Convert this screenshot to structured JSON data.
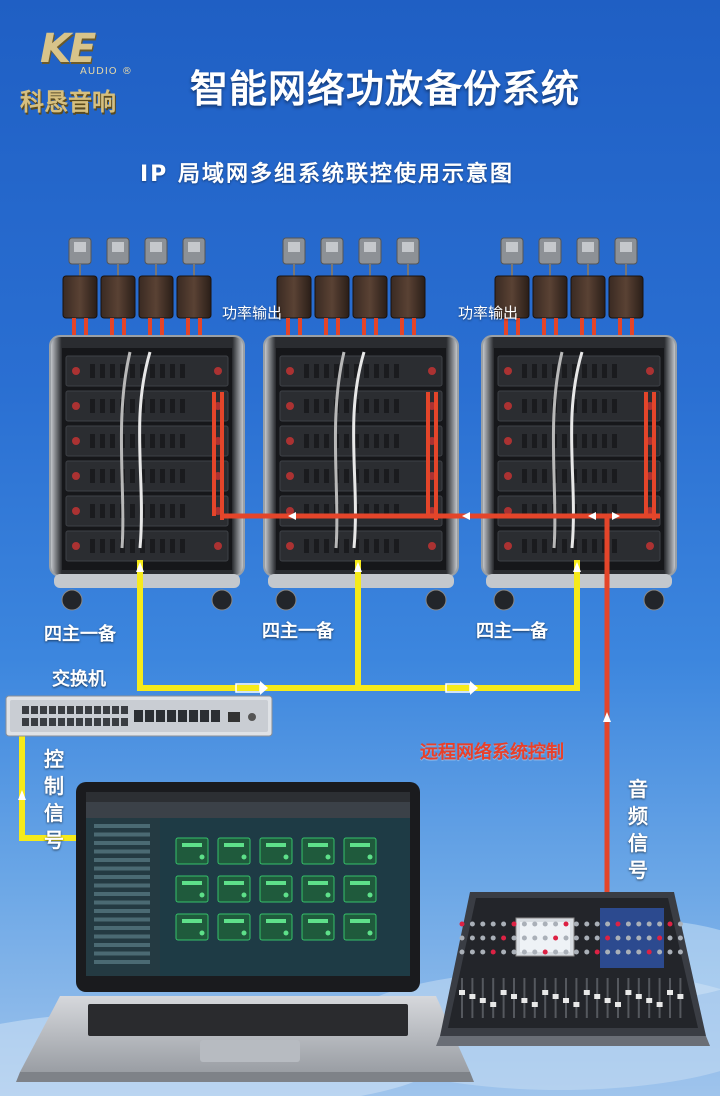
{
  "logo": {
    "mark": "KE",
    "audio": "AUDIO ®",
    "brand": "科恳音响"
  },
  "title": "智能网络功放备份系统",
  "subtitle": "IP 局域网多组系统联控使用示意图",
  "labels": {
    "power_output_1": "功率输出",
    "power_output_2": "功率输出",
    "group_1": "四主一备",
    "group_2": "四主一备",
    "group_3": "四主一备",
    "switch": "交换机",
    "control_signal": "控制信号",
    "remote_control": "远程网络系统控制",
    "audio_signal": "音频信号"
  },
  "colors": {
    "yellow_line": "#f6ea1a",
    "red_line": "#e4452a",
    "rack_dark": "#1e1f22",
    "title_white": "#ffffff",
    "remote_text": "#e8402a"
  },
  "icons": [
    "speaker-icon",
    "rack-icon",
    "switch-icon",
    "laptop-icon",
    "mixer-icon",
    "arrow-icon"
  ]
}
